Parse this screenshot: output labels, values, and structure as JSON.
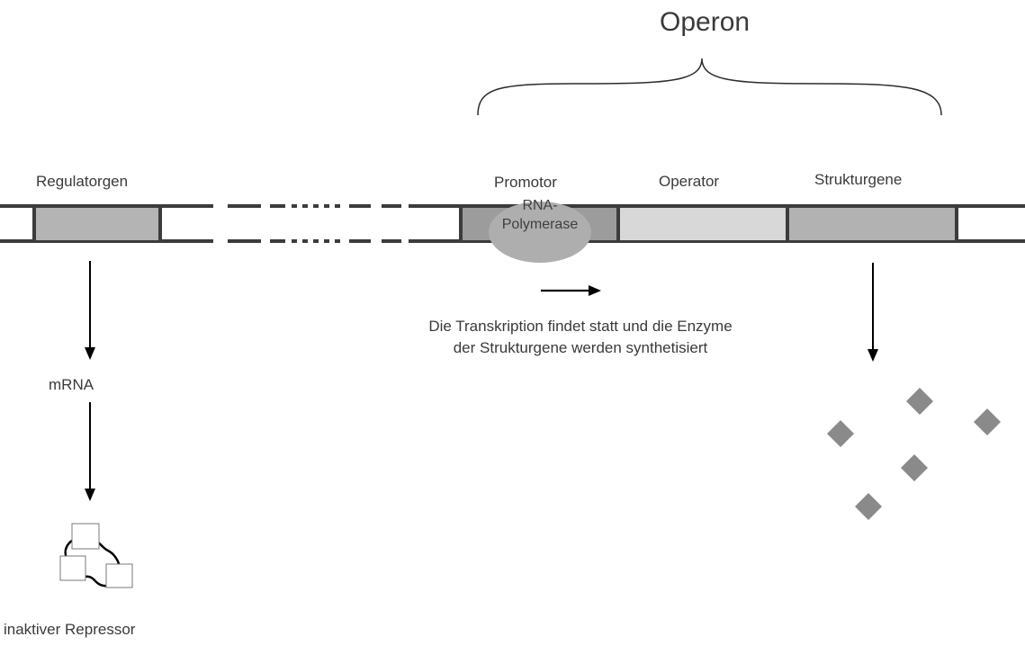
{
  "labels": {
    "operon": "Operon",
    "regulatorgen": "Regulatorgen",
    "promotor": "Promotor",
    "operator": "Operator",
    "strukturgene": "Strukturgene",
    "rna_polymerase_line1": "RNA-",
    "rna_polymerase_line2": "Polymerase",
    "transcription_line1": "Die Transkription findet statt und die Enzyme",
    "transcription_line2": "der Strukturgene werden synthetisiert",
    "mrna": "mRNA",
    "inaktiver_repressor": "inaktiver Repressor"
  },
  "colors": {
    "strand": "#3c3c3c",
    "regulatorgen_fill": "#b4b4b4",
    "promotor_fill": "#9c9c9c",
    "operator_fill": "#d8d8d8",
    "strukturgene_fill": "#b2b2b2",
    "polymerase_fill": "#aeaeae",
    "enzyme_fill": "#8a8a8a"
  }
}
